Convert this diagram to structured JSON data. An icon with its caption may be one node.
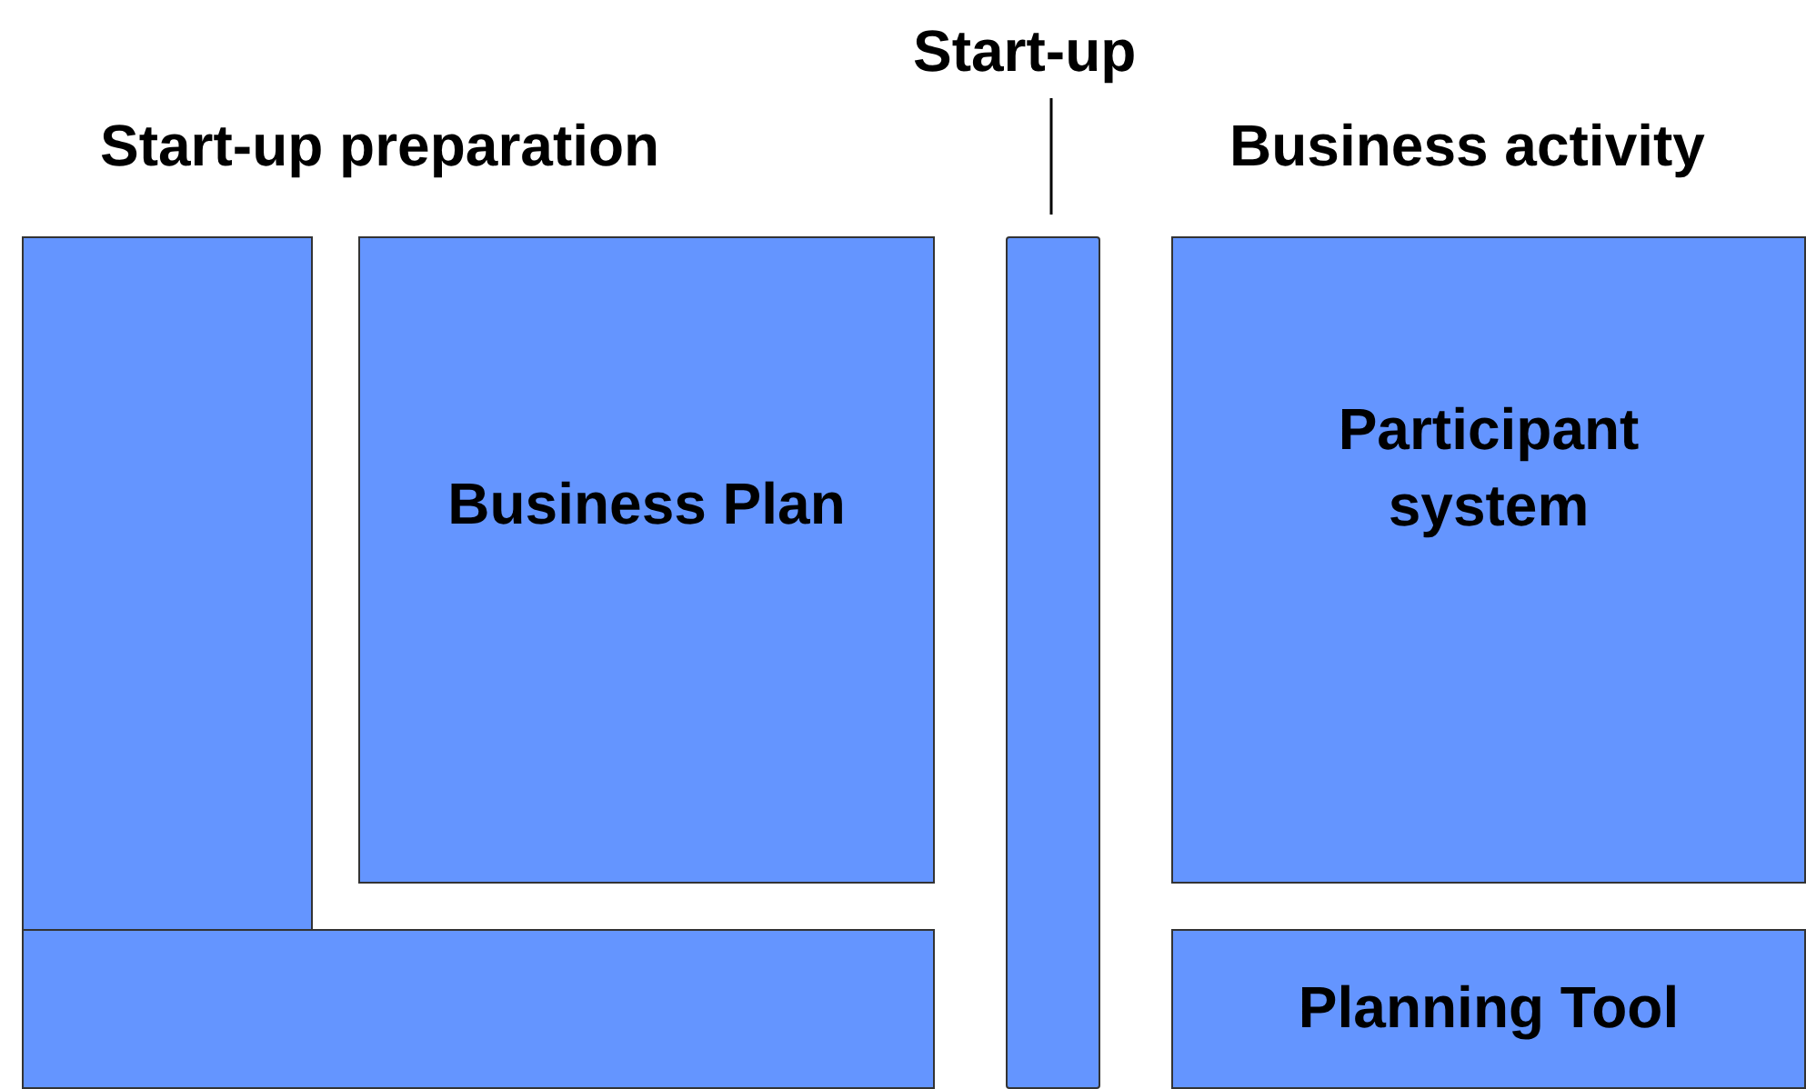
{
  "diagram": {
    "nodes": [
      {
        "text": [],
        "shape": "box"
      },
      {
        "text": [
          "Business Plan"
        ]
      },
      {
        "text": [],
        "shape": "box"
      },
      {
        "text": [],
        "shape": "bar"
      },
      {
        "text": [
          "Participant system"
        ]
      },
      {
        "text": [
          "Planning Tool"
        ]
      },
      {
        "text": [
          "Start-up"
        ]
      }
    ],
    "edges": [
      {
        "from": 6,
        "to": 3,
        "arrow": "none"
      }
    ],
    "labels": [
      "Start-up preparation",
      "Business activity"
    ]
  }
}
